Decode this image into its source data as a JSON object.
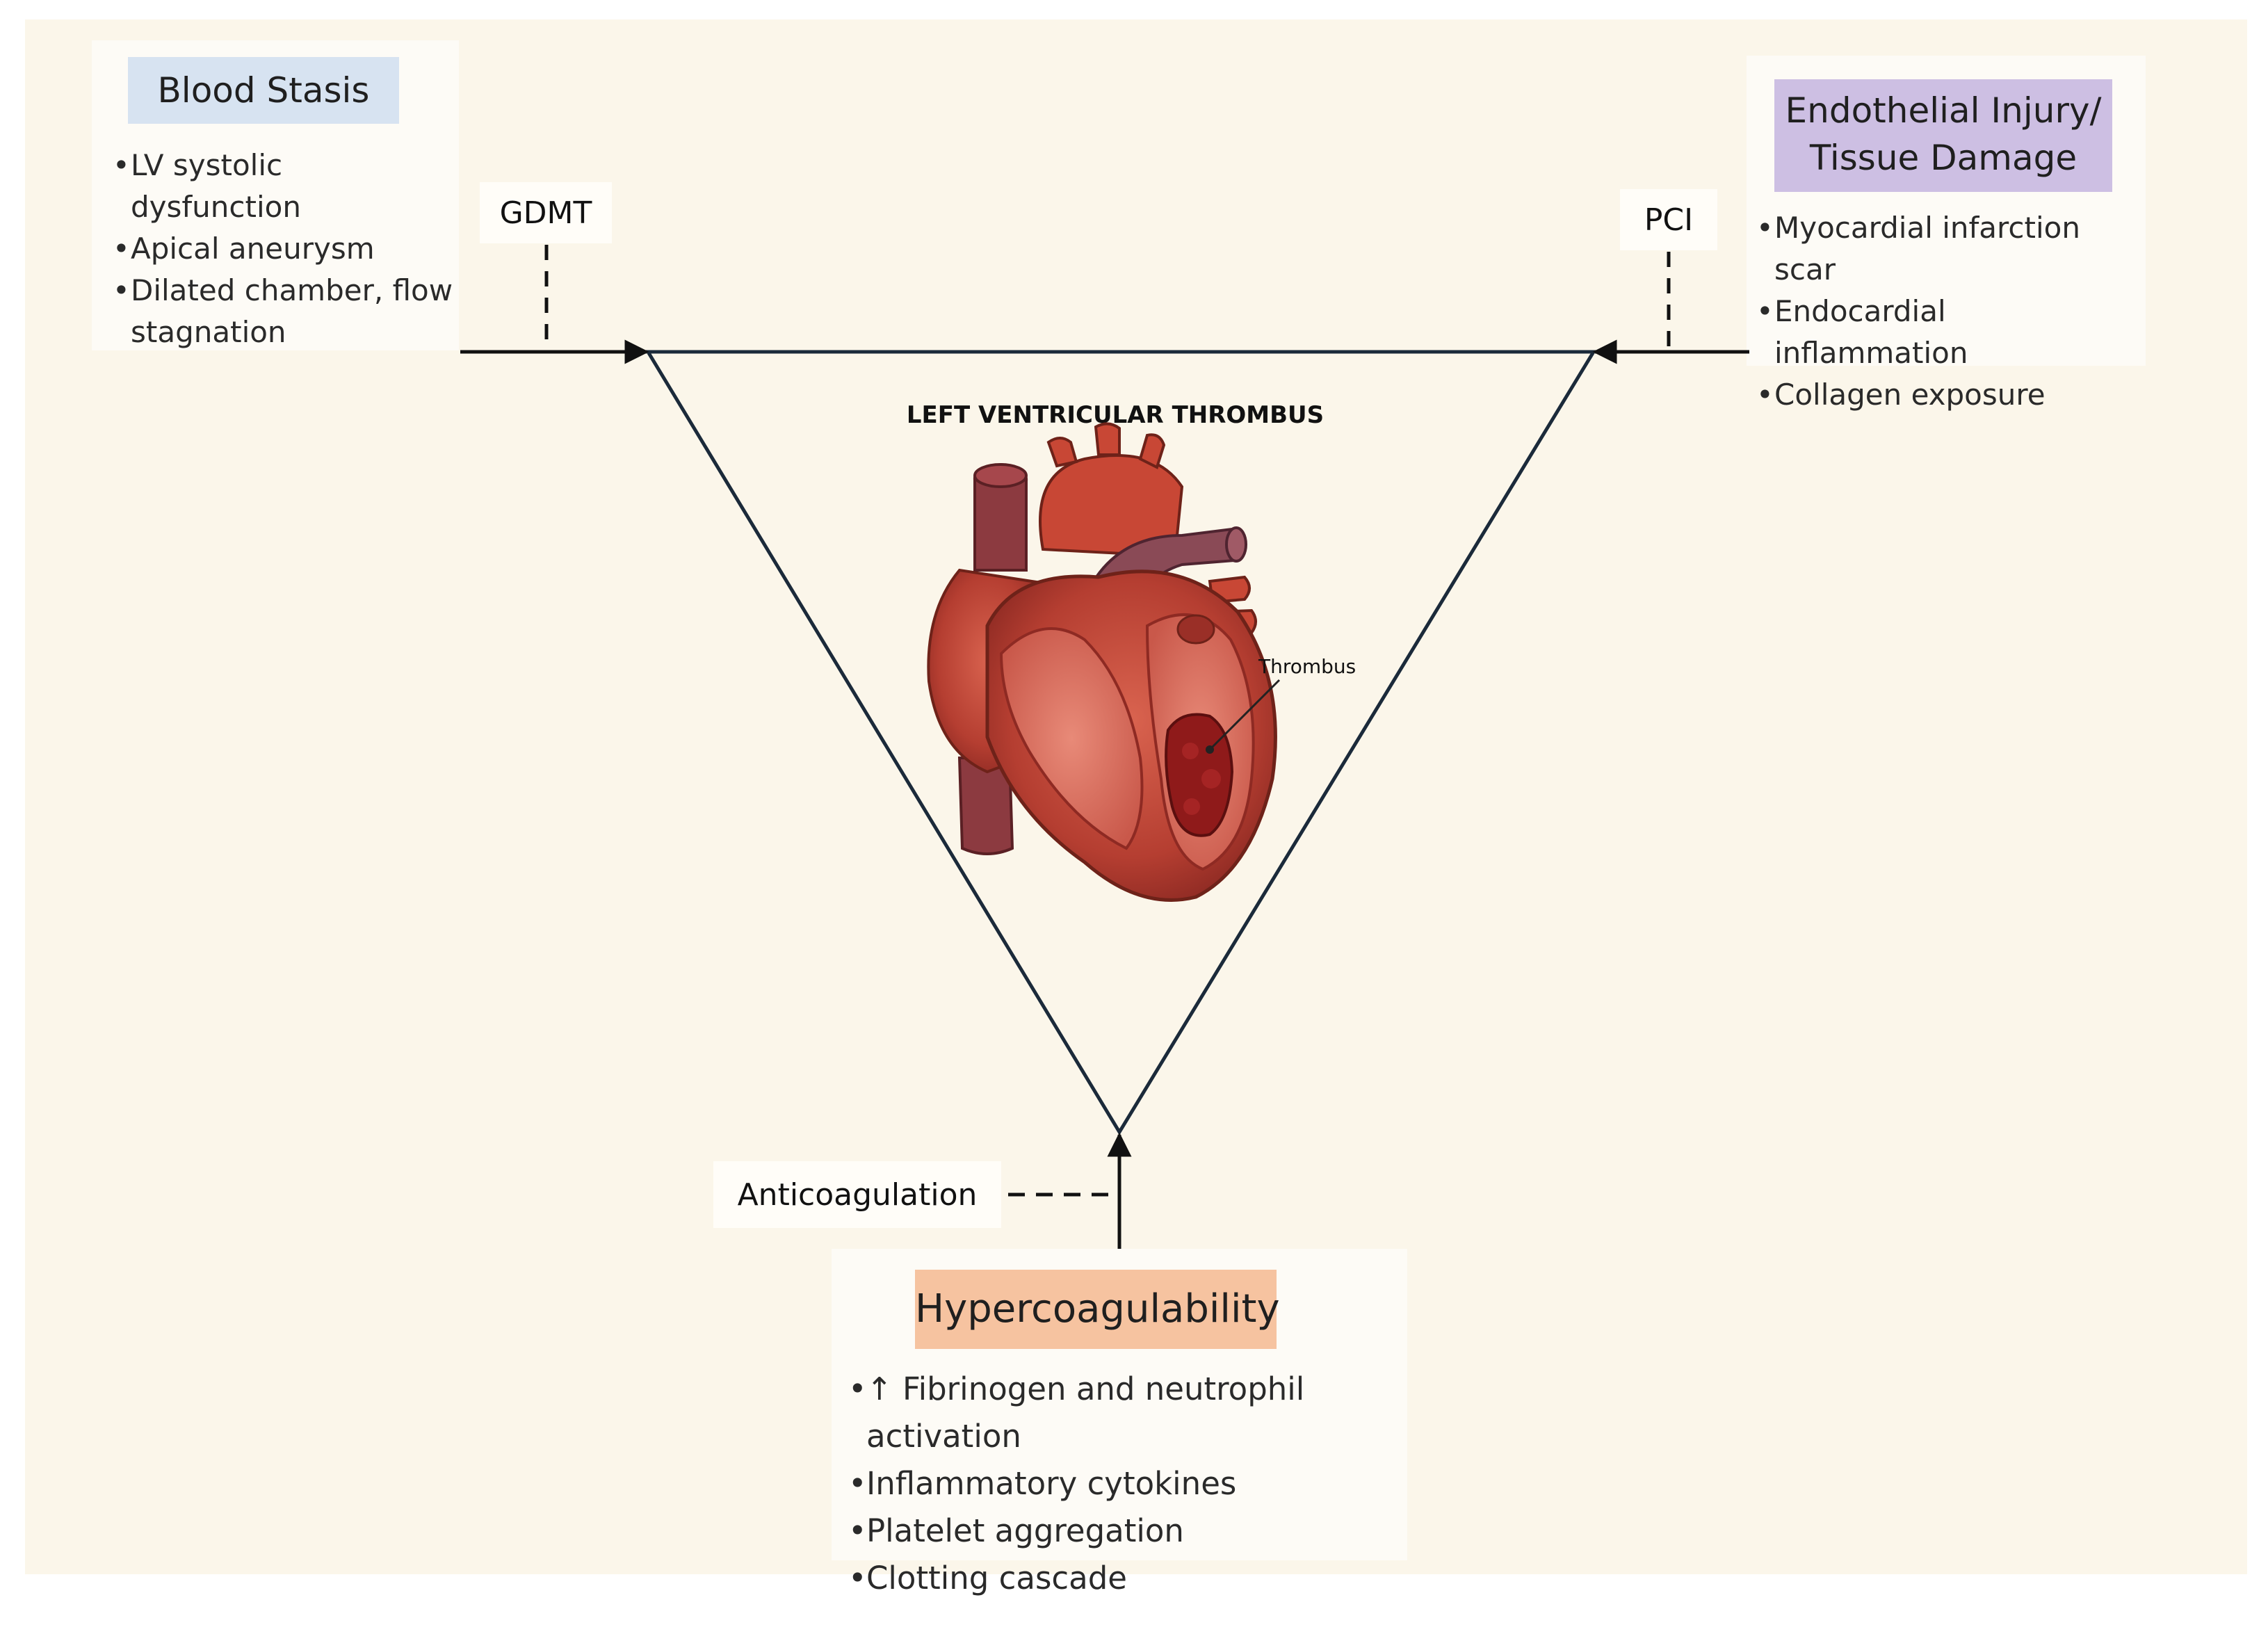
{
  "diagram_title": "LEFT VENTRICULAR THROMBUS",
  "heart_label": "Thrombus",
  "blood_stasis": {
    "title": "Blood Stasis",
    "items": [
      "LV systolic dysfunction",
      "Apical aneurysm",
      "Dilated chamber, flow stagnation"
    ]
  },
  "endothelial": {
    "title_line1": "Endothelial Injury/",
    "title_line2": "Tissue Damage",
    "items": [
      "Myocardial infarction scar",
      "Endocardial inflammation",
      "Collagen exposure"
    ]
  },
  "hypercoag": {
    "title": "Hypercoagulability",
    "items": [
      "↑ Fibrinogen and neutrophil activation",
      "Inflammatory cytokines",
      "Platelet aggregation",
      "Clotting cascade"
    ]
  },
  "interventions": {
    "gdmt": "GDMT",
    "pci": "PCI",
    "anticoagulation": "Anticoagulation"
  },
  "colors": {
    "background": "#fbf6ea",
    "stasis_header": "#d7e3f1",
    "endothelial_header": "#cdbfe3",
    "hypercoag_header": "#f6c3a0",
    "triangle_stroke": "#1b2a3a"
  }
}
